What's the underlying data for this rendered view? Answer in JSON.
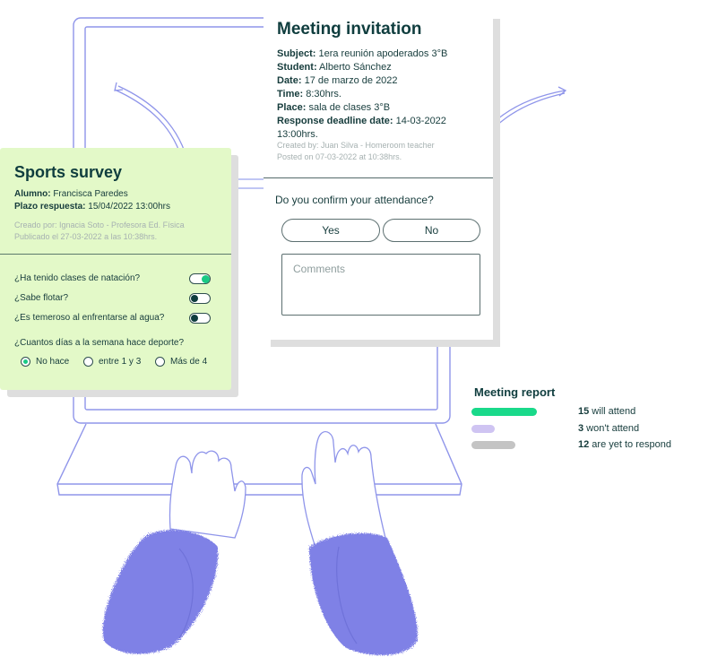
{
  "invitation": {
    "title": "Meeting invitation",
    "subject_label": "Subject:",
    "subject": " 1era reunión apoderados 3°B",
    "student_label": "Student:",
    "student": " Alberto Sánchez",
    "date_label": "Date:",
    "date": " 17 de marzo de 2022",
    "time_label": "Time:",
    "time": " 8:30hrs.",
    "place_label": "Place:",
    "place": " sala de clases 3°B",
    "deadline_label": "Response deadline date:",
    "deadline": " 14-03-2022 13:00hrs.",
    "created_by": "Created by: Juan Silva - Homeroom teacher",
    "posted_on": "Posted on 07-03-2022 at 10:38hrs.",
    "question": "Do you confirm your attendance?",
    "yes_label": "Yes",
    "no_label": "No",
    "comments_placeholder": "Comments"
  },
  "survey": {
    "title": "Sports survey",
    "student_label": "Alumno:",
    "student": " Francisca Paredes",
    "deadline_label": "Plazo respuesta:",
    "deadline": " 15/04/2022 13:00hrs",
    "created_by": "Creado por: Ignacia Soto - Profesora Ed. Física",
    "published": "Publicado el 27-03-2022 a las 10:38hrs.",
    "questions": [
      {
        "label": "¿Ha tenido clases de natación?",
        "on": true
      },
      {
        "label": "¿Sabe flotar?",
        "on": false
      },
      {
        "label": "¿Es temeroso al enfrentarse al agua?",
        "on": false
      }
    ],
    "frequency_question": "¿Cuantos días a la semana hace deporte?",
    "options": [
      "No hace",
      "entre 1 y 3",
      "Más de 4"
    ],
    "selected_option": "No hace"
  },
  "report": {
    "title": "Meeting report",
    "rows": [
      {
        "count": "15",
        "text": " will attend",
        "color": "#19d98a"
      },
      {
        "count": "3",
        "text": "  won't attend",
        "color": "#cfc4f2"
      },
      {
        "count": "12",
        "text": "  are yet to respond",
        "color": "#c4c4c4"
      }
    ]
  },
  "colors": {
    "survey_bg": "#e3f9c8",
    "accent_green": "#19c985",
    "dark_teal": "#0f3d3e",
    "illustration_stroke": "#8f95ea",
    "sleeve": "#7f81e6"
  }
}
